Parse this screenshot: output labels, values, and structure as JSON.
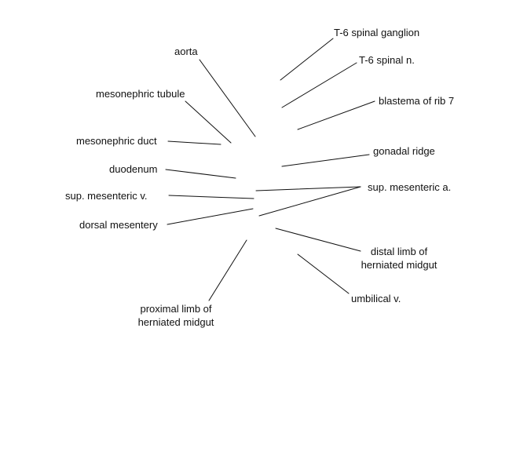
{
  "labels": {
    "aorta": "aorta",
    "mesonephric_tubule": "mesonephric tubule",
    "mesonephric_duct": "mesonephric duct",
    "duodenum": "duodenum",
    "sup_mesenteric_v": "sup. mesenteric v.",
    "dorsal_mesentery": "dorsal mesentery",
    "proximal_limb_line1": "proximal limb of",
    "proximal_limb_line2": "herniated midgut",
    "t6_spinal_ganglion": "T-6 spinal ganglion",
    "t6_spinal_n": "T-6 spinal n.",
    "blastema_rib_7": "blastema of rib 7",
    "gonadal_ridge": "gonadal ridge",
    "sup_mesenteric_a": "sup. mesenteric a.",
    "distal_limb_line1": "distal limb of",
    "distal_limb_line2": "herniated midgut",
    "umbilical_v": "umbilical v."
  },
  "colors": {
    "background": "#ffffff",
    "text": "#111111",
    "leader_line": "#111111"
  }
}
